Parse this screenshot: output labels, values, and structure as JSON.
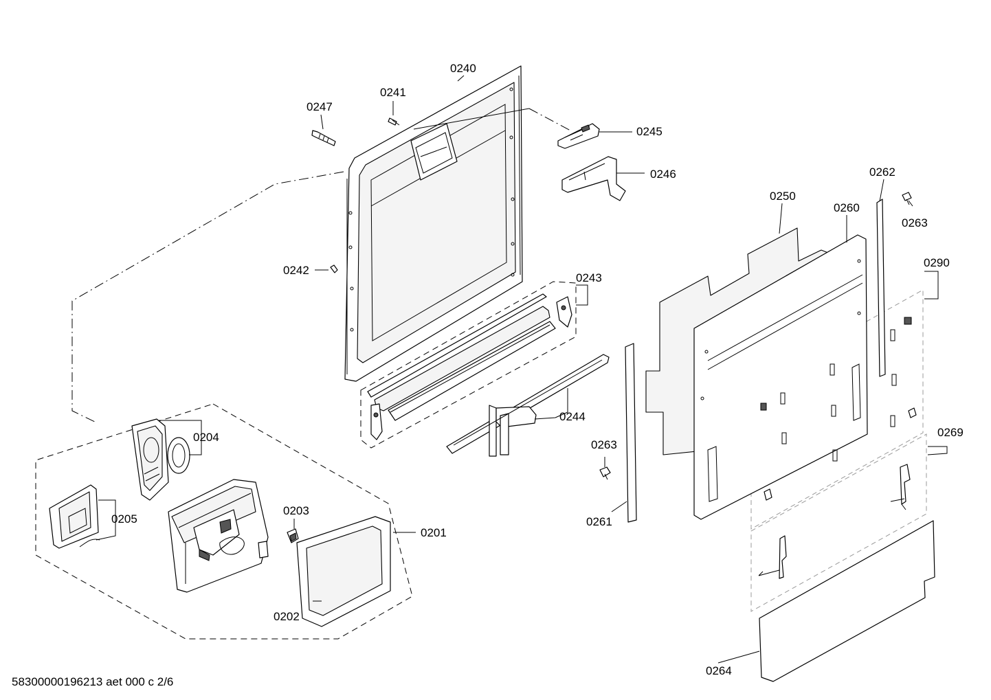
{
  "labels": {
    "p0240": "0240",
    "p0241": "0241",
    "p0247": "0247",
    "p0245": "0245",
    "p0246": "0246",
    "p0242": "0242",
    "p0243": "0243",
    "p0244": "0244",
    "p0250": "0250",
    "p0260": "0260",
    "p0262": "0262",
    "p0263a": "0263",
    "p0263b": "0263",
    "p0290": "0290",
    "p0269": "0269",
    "p0261": "0261",
    "p0264": "0264",
    "p0204": "0204",
    "p0205": "0205",
    "p0203": "0203",
    "p0201": "0201",
    "p0202": "0202"
  },
  "footer": "58300000196213 aet 000 c 2/6"
}
